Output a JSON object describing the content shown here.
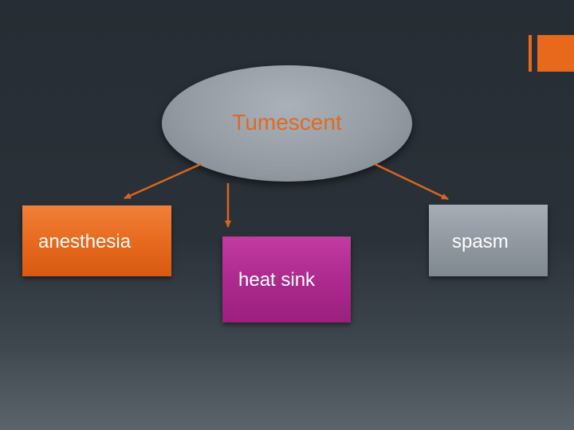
{
  "diagram": {
    "center": {
      "label": "Tumescent"
    },
    "branches": [
      {
        "label": "anesthesia"
      },
      {
        "label": "heat sink"
      },
      {
        "label": "spasm"
      }
    ]
  },
  "colors": {
    "background": "#2a3138",
    "accent": "#e8681c",
    "center_text": "#e06a1f",
    "anesthesia_box": "#e86a1f",
    "heat_sink_box": "#ae2a8e",
    "spasm_box": "#9299a1",
    "arrow": "#d9651e"
  }
}
